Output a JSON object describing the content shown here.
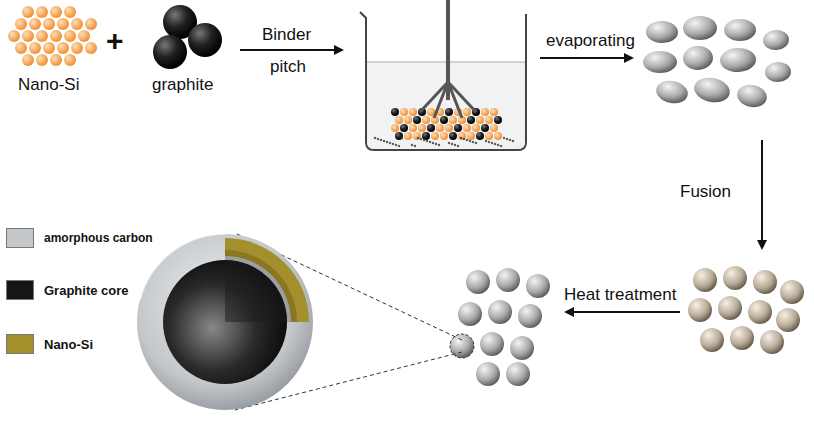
{
  "diagram": {
    "labels": [
      "Nano-Si",
      "+",
      "graphite",
      "Binder",
      "pitch",
      "evaporating",
      "Fusion",
      "Heat treatment"
    ],
    "legend": [
      {
        "text": "amorphous carbon",
        "color": "#c4c8cb"
      },
      {
        "text": "Graphite core",
        "color": "#151515"
      },
      {
        "text": "Nano-Si",
        "color": "#a38f2c"
      }
    ]
  }
}
